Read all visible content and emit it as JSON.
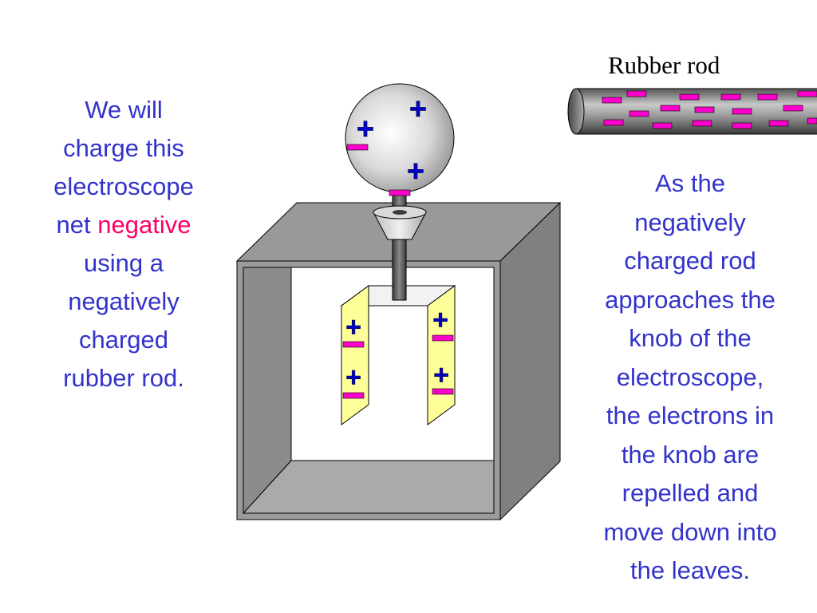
{
  "left_text": {
    "line1": "We will",
    "line2": "charge this",
    "line3": "electroscope",
    "line4_prefix": "net",
    "line4_highlight": "negative",
    "line5": "using a",
    "line6": "negatively",
    "line7": "charged",
    "line8": "rubber rod."
  },
  "right_text": {
    "lines": [
      "As the",
      "negatively",
      "charged rod",
      "approaches the",
      "knob of the",
      "electroscope,",
      "the electrons in",
      "the knob are",
      "repelled and",
      "move down into",
      "the leaves."
    ]
  },
  "rod_label": "Rubber rod",
  "colors": {
    "text": "#3333cc",
    "highlight": "#ff0066",
    "positive_charge": "#0000cc",
    "negative_charge": "#ff00cc",
    "leaf": "#ffff99"
  },
  "symbols": {
    "positive": "+",
    "negative": "−"
  }
}
